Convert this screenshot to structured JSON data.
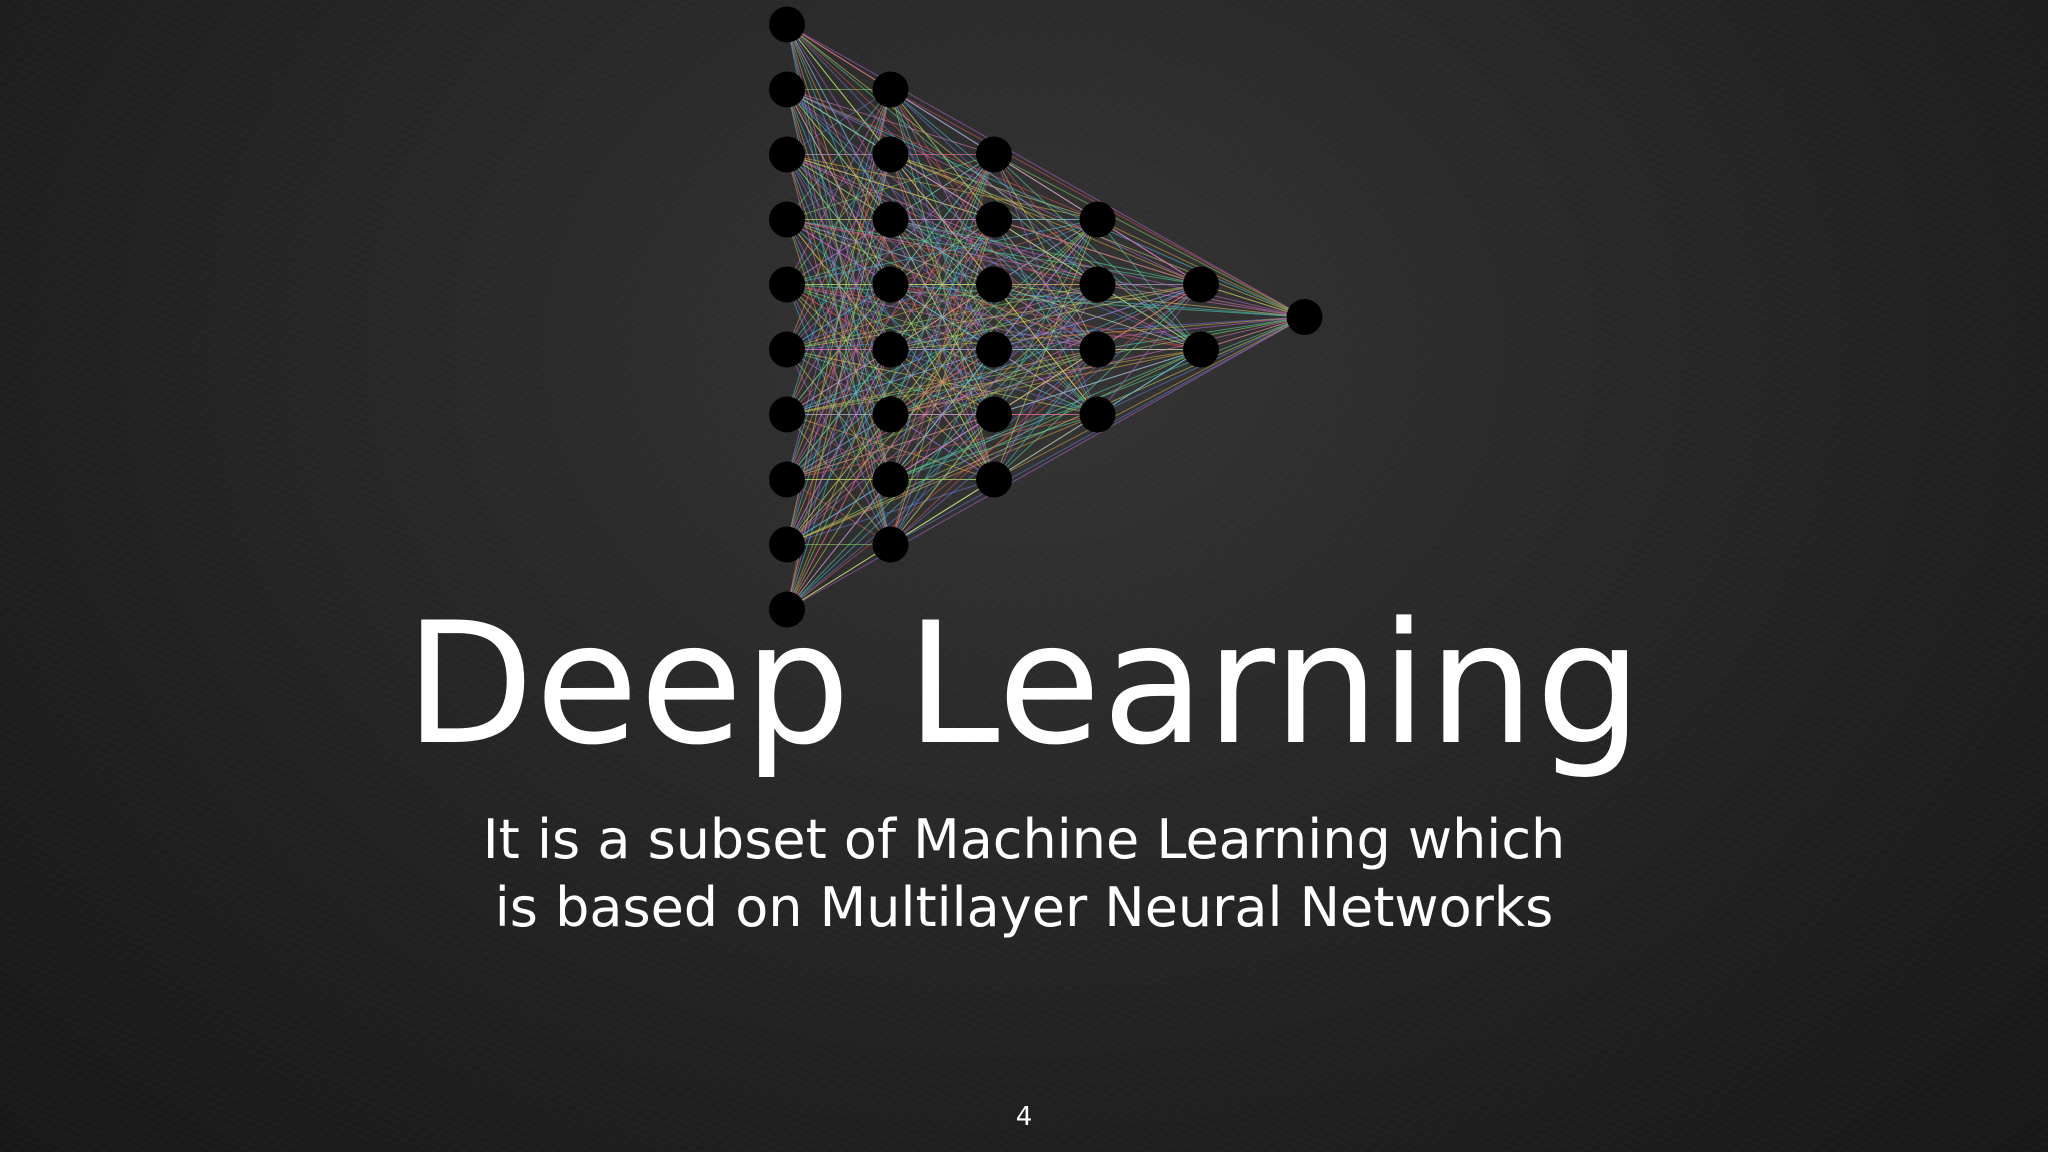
{
  "slide": {
    "title": "Deep Learning",
    "subtitle": "It is a subset of Machine Learning which is based on Multilayer Neural Networks",
    "number": "4"
  },
  "graphic": {
    "icon": "neural-network-diagram-icon",
    "layers": [
      10,
      8,
      6,
      4,
      2,
      1
    ],
    "node_color": "#000000",
    "edge_colors": [
      "#e05a5a",
      "#e0b04a",
      "#8fd86a",
      "#4ac8e0",
      "#6a7fe0",
      "#c06ad8",
      "#5ae0a8",
      "#d8d86a",
      "#e07ac0"
    ]
  },
  "colors": {
    "background": "#1e1e1e",
    "text": "#ffffff"
  }
}
